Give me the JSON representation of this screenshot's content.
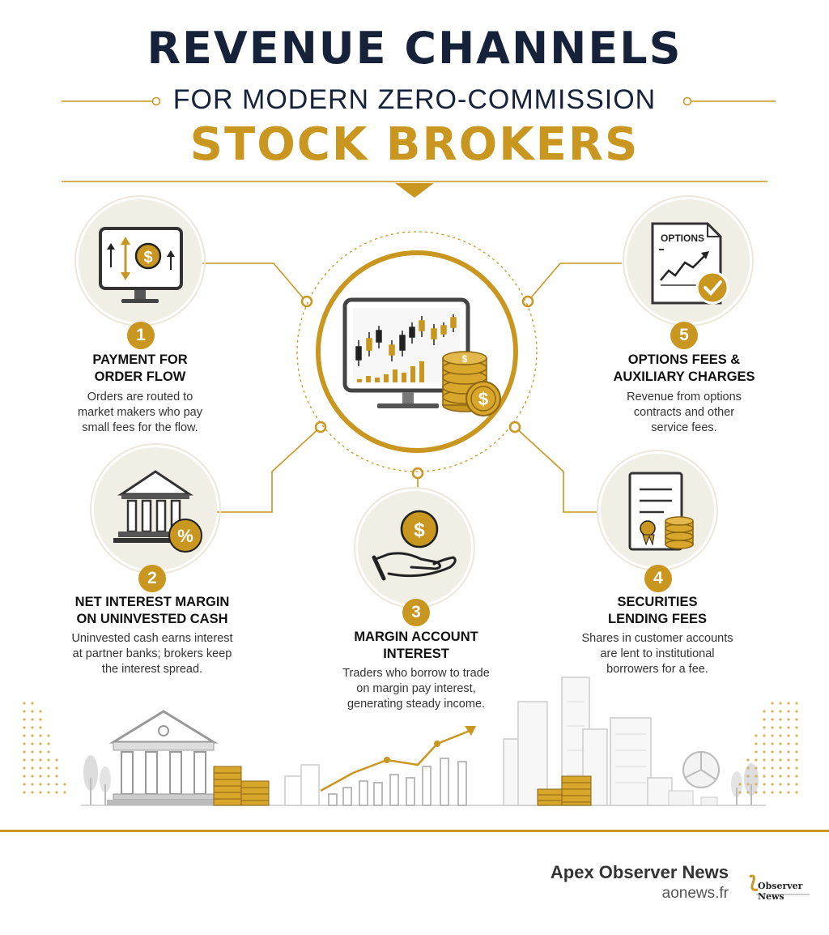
{
  "title": {
    "line1": "REVENUE CHANNELS",
    "line2": "FOR MODERN ZERO-COMMISSION",
    "line3": "STOCK BROKERS"
  },
  "channels": [
    {
      "number": "1",
      "heading_line1": "PAYMENT FOR",
      "heading_line2": "ORDER FLOW",
      "desc_line1": "Orders are routed to",
      "desc_line2": "market makers who pay",
      "desc_line3": "small fees for the flow."
    },
    {
      "number": "2",
      "heading_line1": "NET INTEREST MARGIN",
      "heading_line2": "ON UNINVESTED CASH",
      "desc_line1": "Uninvested cash earns interest",
      "desc_line2": "at partner banks; brokers keep",
      "desc_line3": "the interest spread."
    },
    {
      "number": "3",
      "heading_line1": "MARGIN ACCOUNT",
      "heading_line2": "INTEREST",
      "desc_line1": "Traders who borrow to trade",
      "desc_line2": "on margin pay interest,",
      "desc_line3": "generating steady income."
    },
    {
      "number": "4",
      "heading_line1": "SECURITIES",
      "heading_line2": "LENDING FEES",
      "desc_line1": "Shares in customer accounts",
      "desc_line2": "are lent to institutional",
      "desc_line3": "borrowers for a fee."
    },
    {
      "number": "5",
      "heading_line1": "OPTIONS FEES &",
      "heading_line2": "AUXILIARY CHARGES",
      "desc_line1": "Revenue from options",
      "desc_line2": "contracts and other",
      "desc_line3": "service fees."
    }
  ],
  "icons": {
    "options_doc_label": "OPTIONS",
    "dollar": "$",
    "percent": "%"
  },
  "footer": {
    "brand": "Apex Observer News",
    "url": "aonews.fr",
    "logo_text": "Observer News"
  },
  "colors": {
    "gold": "#c9961f",
    "navy": "#16213a",
    "circle_bg": "#f1eee6"
  }
}
